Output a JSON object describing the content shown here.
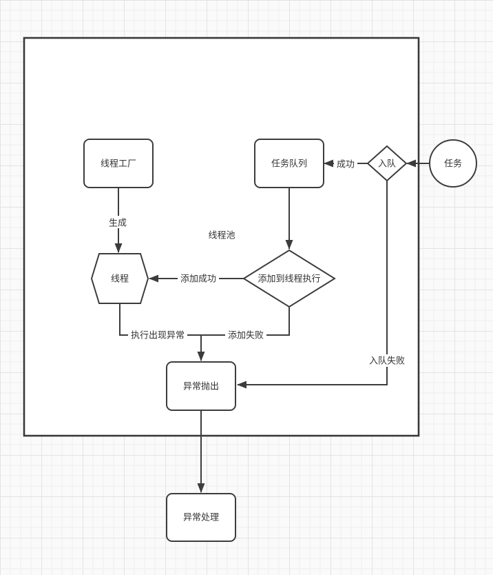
{
  "diagram": {
    "container_label": "线程池",
    "nodes": {
      "thread_factory": {
        "label": "线程工厂",
        "shape": "rounded-rect"
      },
      "task_queue": {
        "label": "任务队列",
        "shape": "rounded-rect"
      },
      "enqueue": {
        "label": "入队",
        "shape": "diamond"
      },
      "task": {
        "label": "任务",
        "shape": "circle"
      },
      "thread": {
        "label": "线程",
        "shape": "hexagon"
      },
      "add_to_thread_exec": {
        "label": "添加到线程执行",
        "shape": "diamond"
      },
      "exception_thrown": {
        "label": "异常抛出",
        "shape": "rounded-rect"
      },
      "exception_handling": {
        "label": "异常处理",
        "shape": "rounded-rect"
      }
    },
    "edges": [
      {
        "from": "thread_factory",
        "to": "thread",
        "label": "生成"
      },
      {
        "from": "enqueue",
        "to": "task_queue",
        "label": "成功"
      },
      {
        "from": "add_to_thread_exec",
        "to": "thread",
        "label": "添加成功"
      },
      {
        "from": "thread",
        "to": "exception_thrown",
        "label": "执行出现异常"
      },
      {
        "from": "add_to_thread_exec",
        "to": "exception_thrown",
        "label": "添加失败"
      },
      {
        "from": "enqueue",
        "to": "exception_thrown",
        "label": "入队失败"
      },
      {
        "from": "task",
        "to": "enqueue",
        "label": ""
      },
      {
        "from": "task_queue",
        "to": "add_to_thread_exec",
        "label": ""
      },
      {
        "from": "exception_thrown",
        "to": "exception_handling",
        "label": ""
      }
    ],
    "colors": {
      "stroke": "#3c3c3c",
      "text": "#333333",
      "shape_fill": "#ffffff",
      "background": "#fafafa",
      "grid_minor": "#efefef",
      "grid_major": "#e3e3e3"
    }
  }
}
